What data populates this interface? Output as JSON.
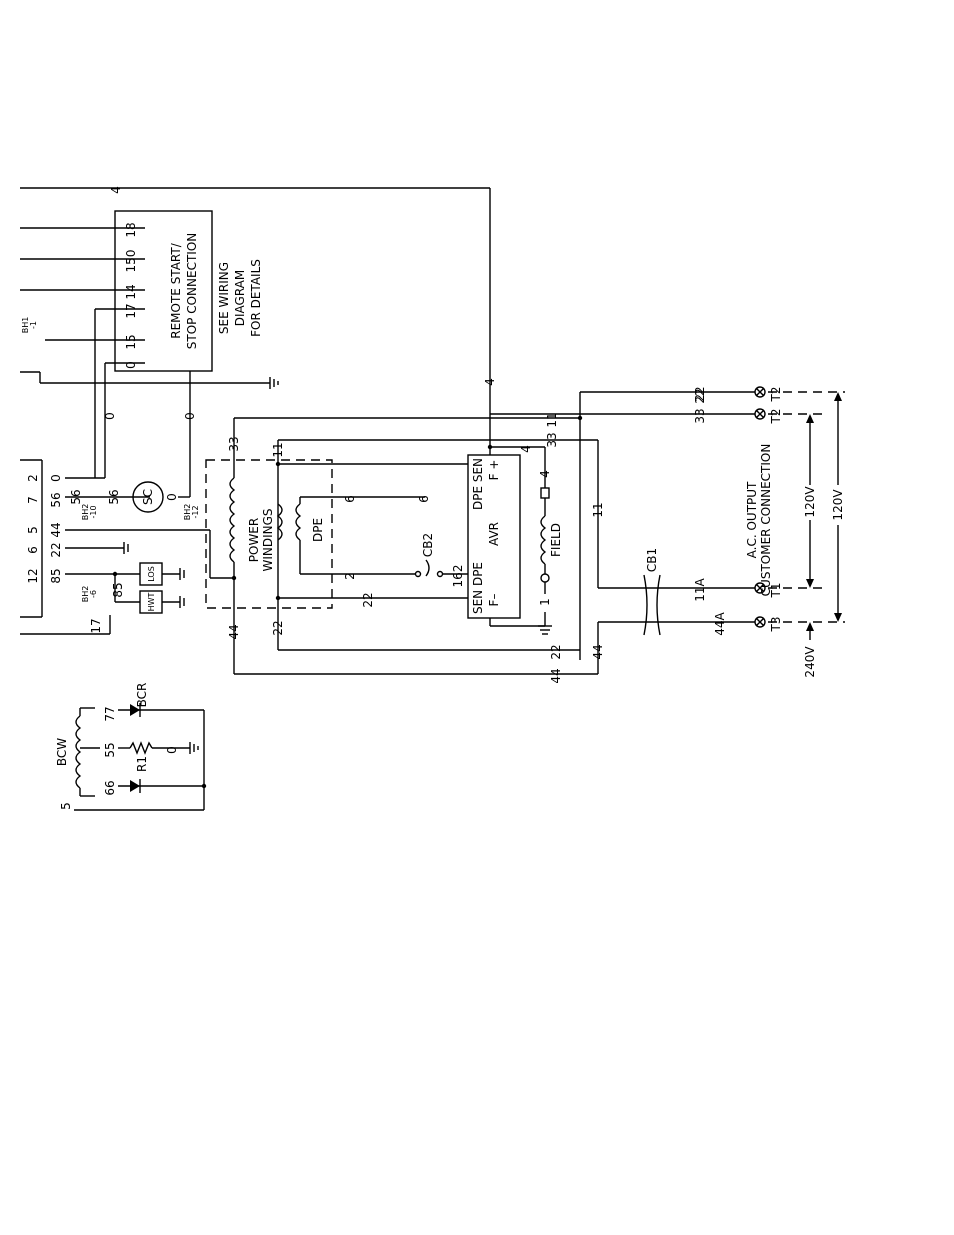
{
  "wire_labels": {
    "top4": "4",
    "w18": "18",
    "w150": "150",
    "w14": "14",
    "w17": "17",
    "w15": "15",
    "w0": "0",
    "bh1a": "BH1",
    "bh1b": "-1",
    "v0a": "0",
    "v0b": "0",
    "v4": "4",
    "w33": "33",
    "w11": "11",
    "w44": "44",
    "w22": "22",
    "w6a": "6",
    "w6b": "6",
    "w2": "2",
    "w22b": "22",
    "w162": "162",
    "w4a": "4",
    "w4b": "4",
    "w1": "1",
    "w11b": "11",
    "w22c": "22",
    "w44b": "44",
    "w44c": "44",
    "w22d": "22",
    "r22": "22",
    "r33": "33",
    "r22b": "22",
    "r11": "11",
    "r33b": "33",
    "w11a": "11A",
    "w44a": "44A",
    "bh2a": "BH2",
    "bh2a2": "-10",
    "bh2b": "BH2",
    "bh2b2": "-12",
    "bh2c": "BH2",
    "bh2c2": "-6",
    "w56a": "56",
    "w56b": "56",
    "w0sc": "0",
    "w85": "85",
    "w77": "77",
    "w55": "55",
    "w0g": "0",
    "w66": "66",
    "w5": "5",
    "wire17": "17"
  },
  "terminals": {
    "left": [
      {
        "a": "2",
        "b": "0"
      },
      {
        "a": "7",
        "b": "56"
      },
      {
        "a": "5",
        "b": "44"
      },
      {
        "a": "6",
        "b": "22"
      },
      {
        "a": "12",
        "b": "85"
      }
    ],
    "right": [
      {
        "label": "T2"
      },
      {
        "label": "T2"
      },
      {
        "label": "T1"
      },
      {
        "label": "T3"
      }
    ]
  },
  "components": {
    "remote_start_1": "REMOTE START/",
    "remote_start_2": "STOP CONNECTION",
    "see_wiring_1": "SEE WIRING",
    "see_wiring_2": "DIAGRAM",
    "see_wiring_3": "FOR DETAILS",
    "sc": "SC",
    "los": "LOS",
    "hwt": "HWT",
    "power_1": "POWER",
    "power_2": "WINDINGS",
    "dpe": "DPE",
    "cb2": "CB2",
    "avr_dpe_sen": "DPE SEN",
    "avr_fplus": "F +",
    "avr_sen_dpe": "SEN DPE",
    "avr_fminus": "F–",
    "avr": "AVR",
    "field": "FIELD",
    "cb1": "CB1",
    "bcw": "BCW",
    "bcr": "BCR",
    "r1": "R1",
    "ac_out_1": "A.C. OUTPUT",
    "ac_out_2": "CUSTOMER CONNECTION",
    "v120a": "120V",
    "v120b": "120V",
    "v240": "240V"
  }
}
